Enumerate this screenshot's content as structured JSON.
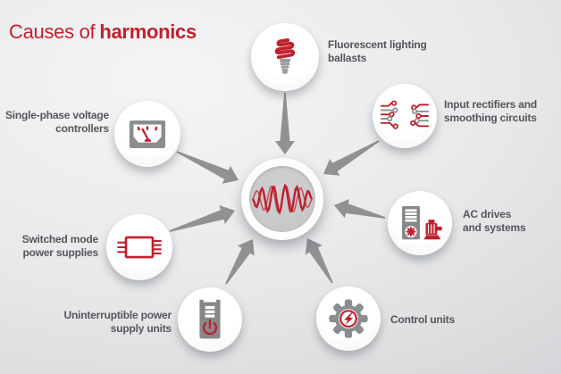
{
  "title": {
    "prefix": "Causes of",
    "highlight": "harmonics"
  },
  "colors": {
    "accent_red": "#c0202c",
    "metal_gray": "#8b8e90",
    "arrow_gray": "#8f9193",
    "label_text": "#55565a"
  },
  "hub": {
    "icon": "sine-waves-icon"
  },
  "nodes": [
    {
      "id": "fluorescent-lighting-ballasts",
      "label": "Fluorescent lighting\nballasts",
      "icon": "cfl-bulb-icon"
    },
    {
      "id": "input-rectifiers-smoothing-circuits",
      "label": "Input rectifiers and\nsmoothing circuits",
      "icon": "circuit-traces-icon"
    },
    {
      "id": "ac-drives-and-systems",
      "label": "AC drives\nand systems",
      "icon": "ac-drive-motor-icon"
    },
    {
      "id": "control-units",
      "label": "Control units",
      "icon": "gear-lightning-icon"
    },
    {
      "id": "uninterruptible-power-supply-units",
      "label": "Uninterruptible power\nsupply units",
      "icon": "ups-tower-icon"
    },
    {
      "id": "switched-mode-power-supplies",
      "label": "Switched mode\npower supplies",
      "icon": "chip-pins-icon"
    },
    {
      "id": "single-phase-voltage-controllers",
      "label": "Single-phase voltage\ncontrollers",
      "icon": "analog-meter-icon"
    }
  ]
}
